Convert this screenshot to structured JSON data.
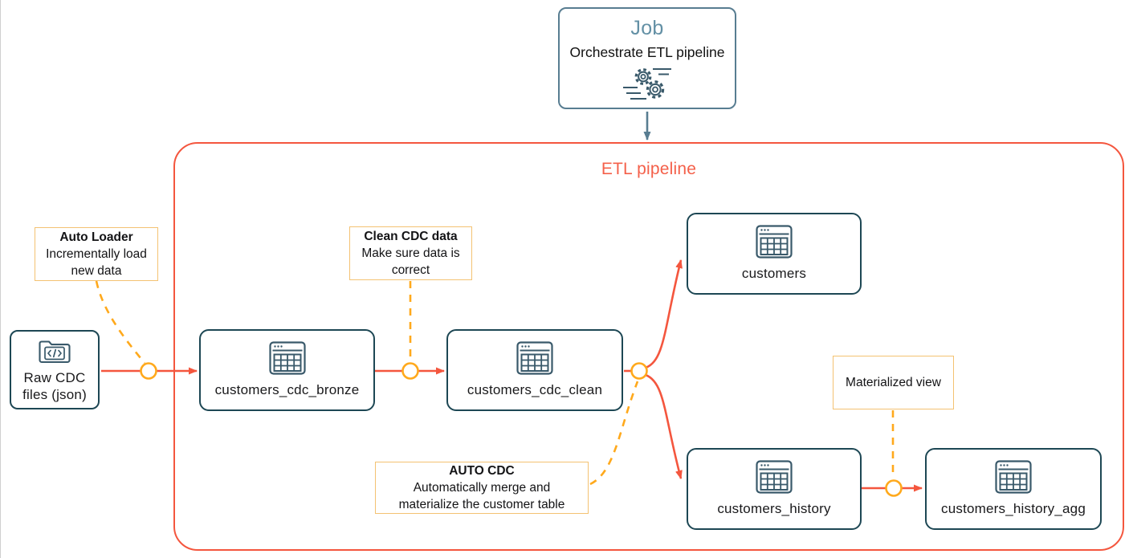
{
  "palette": {
    "teal_dark": "#1d4754",
    "slate": "#587d91",
    "red": "#f4563e",
    "amber": "#ffa91c",
    "amber_light": "#f4c272"
  },
  "job": {
    "title": "Job",
    "subtitle": "Orchestrate ETL pipeline",
    "icon": "gears-icon"
  },
  "pipeline": {
    "title": "ETL pipeline"
  },
  "source": {
    "label": "Raw CDC files (json)",
    "icon": "code-folder-icon"
  },
  "nodes": {
    "bronze": {
      "label": "customers_cdc_bronze",
      "icon": "table-icon"
    },
    "clean": {
      "label": "customers_cdc_clean",
      "icon": "table-icon"
    },
    "customers": {
      "label": "customers",
      "icon": "table-icon"
    },
    "history": {
      "label": "customers_history",
      "icon": "table-icon"
    },
    "history_agg": {
      "label": "customers_history_agg",
      "icon": "table-icon"
    }
  },
  "annotations": {
    "auto_loader": {
      "title": "Auto Loader",
      "body": "Incrementally load new data"
    },
    "clean_cdc": {
      "title": "Clean CDC data",
      "body": "Make sure data is correct"
    },
    "auto_cdc": {
      "title": "AUTO CDC",
      "body": "Automatically merge and materialize the customer table"
    },
    "materialized_view": {
      "body": "Materialized view"
    }
  }
}
